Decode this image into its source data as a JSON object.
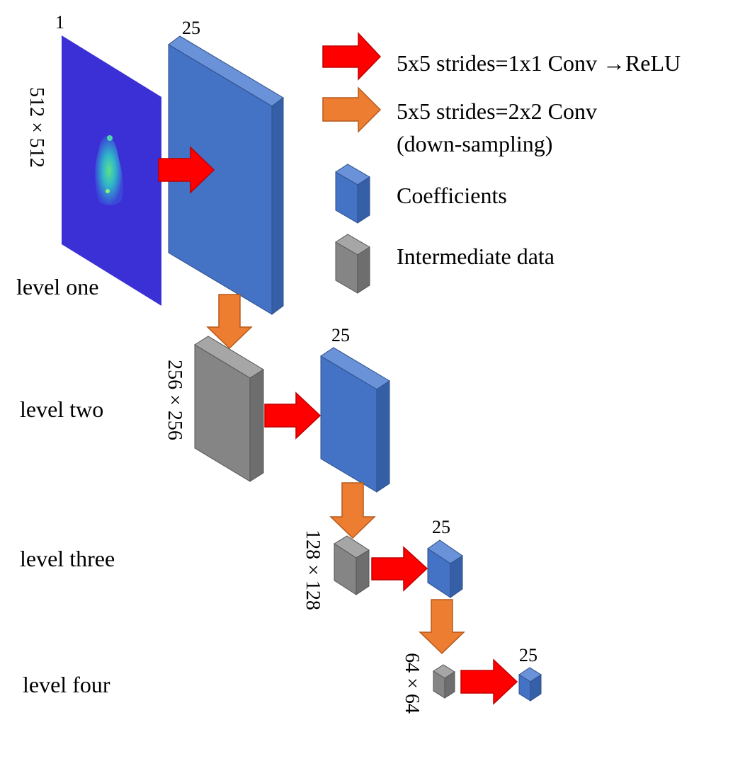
{
  "legend": {
    "conv_relu": "5x5 strides=1x1 Conv →ReLU",
    "conv_down_line1": "5x5 strides=2x2 Conv",
    "conv_down_line2": "(down-sampling)",
    "coefficients": "Coefficients",
    "intermediate": "Intermediate data"
  },
  "levels": {
    "one": "level one",
    "two": "level two",
    "three": "level three",
    "four": "level four"
  },
  "channels": {
    "input": "1",
    "l1": "25",
    "l2": "25",
    "l3": "25",
    "l4": "25"
  },
  "dims": {
    "l1": "512 × 512",
    "l2": "256 × 256",
    "l3": "128 × 128",
    "l4": "64 × 64"
  },
  "colors": {
    "relu_arrow": "#ff0000",
    "down_arrow": "#ed7d31",
    "coeff_front": "#4472c4",
    "coeff_top": "#6a92d8",
    "coeff_side": "#3560a8",
    "inter_front": "#858585",
    "inter_top": "#a6a6a6",
    "inter_side": "#6e6e6e",
    "input_bg": "#3b2fd6"
  }
}
